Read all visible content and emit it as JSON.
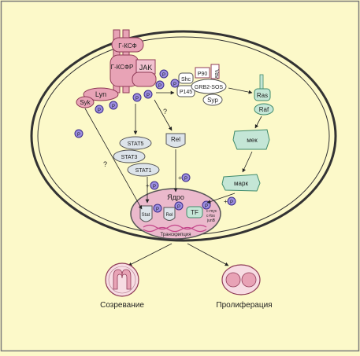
{
  "colors": {
    "background": "#fcf9c9",
    "receptor_pink": "#e8a3b6",
    "receptor_stroke": "#8f3b57",
    "cell_outline": "#333333",
    "purple_p": "#9b8de0",
    "teal": "#c4e6d6",
    "teal_stroke": "#3f8a6a",
    "nucleus": "#ebb9cc",
    "grey_box": "#dde4ea",
    "dna": "#c4468a"
  },
  "labels": {
    "gcsf": "Г-КСФ",
    "gcsfr": "Г-КСФР",
    "jak": "JAK",
    "lyn": "Lyn",
    "syk": "Syk",
    "p": "P",
    "shc": "Shc",
    "p145": "P145",
    "p90": "P90",
    "vav": "Vav",
    "grb2": "GRB2-SOS",
    "syp": "Syp",
    "ras": "Ras",
    "raf": "Raf",
    "mek": "мек",
    "mapk": "марк",
    "stat5": "STAT5",
    "stat3": "STAT3",
    "stat1": "STAT1",
    "rel": "Rel",
    "q1": "?",
    "q2": "?",
    "plus_p": "+",
    "nucleus": "Ядро",
    "tf": "TF",
    "stat_in_nucleus": "Stat",
    "rel_in_nucleus": "Rel",
    "c_myc": "c-myc",
    "c_fos": "c-fos",
    "junb": "junB",
    "transcription": "Транскрипция",
    "maturation": "Созревание",
    "proliferation": "Пролиферация"
  }
}
